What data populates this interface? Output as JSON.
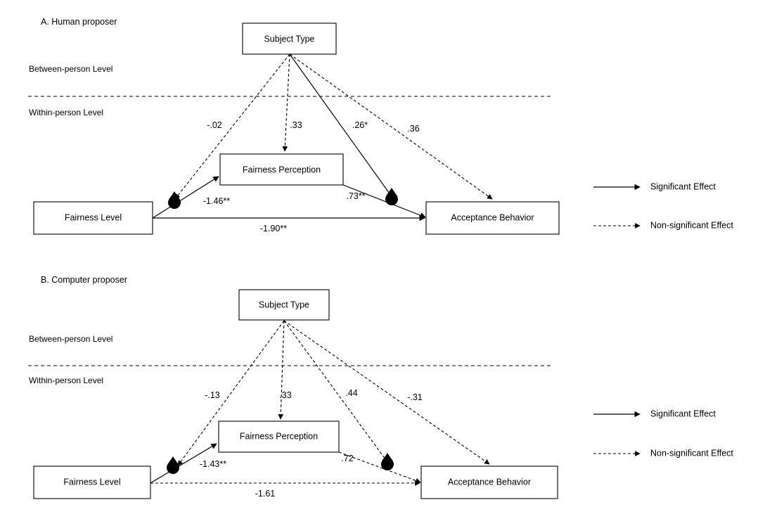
{
  "figure": {
    "type": "path-diagram",
    "description": "Multilevel mediation path diagrams for human and computer proposer conditions"
  },
  "panels": [
    {
      "id": "panel-a",
      "title": "A. Human proposer",
      "level_labels": {
        "between": "Between-person Level",
        "within": "Within-person Level"
      },
      "nodes": {
        "subject_type": "Subject Type",
        "fairness_perception": "Fairness Perception",
        "fairness_level": "Fairness Level",
        "acceptance_behavior": "Acceptance Behavior"
      },
      "coefficients": {
        "st_to_a_path": "-.02",
        "st_to_fp": ".33",
        "st_to_b_path": ".26*",
        "st_to_ab": ".36",
        "fl_to_fp": "-1.46**",
        "fp_to_ab": ".73**",
        "fl_to_ab": "-1.90**"
      },
      "legend": [
        {
          "label": "Significant Effect",
          "style": "solid"
        },
        {
          "label": "Non-significant Effect",
          "style": "dashed"
        }
      ]
    },
    {
      "id": "panel-b",
      "title": "B. Computer proposer",
      "level_labels": {
        "between": "Between-person Level",
        "within": "Within-person Level"
      },
      "nodes": {
        "subject_type": "Subject Type",
        "fairness_perception": "Fairness Perception",
        "fairness_level": "Fairness Level",
        "acceptance_behavior": "Acceptance Behavior"
      },
      "coefficients": {
        "st_to_a_path": "-.13",
        "st_to_fp": ".33",
        "st_to_b_path": ".44",
        "st_to_ab": "-.31",
        "fl_to_fp": "-1.43**",
        "fp_to_ab": ".72",
        "fl_to_ab": "-1.61"
      },
      "legend": [
        {
          "label": "Significant Effect",
          "style": "solid"
        },
        {
          "label": "Non-significant Effect",
          "style": "dashed"
        }
      ]
    }
  ],
  "colors": {
    "stroke": "#000000",
    "fill": "#ffffff",
    "text": "#000000"
  }
}
